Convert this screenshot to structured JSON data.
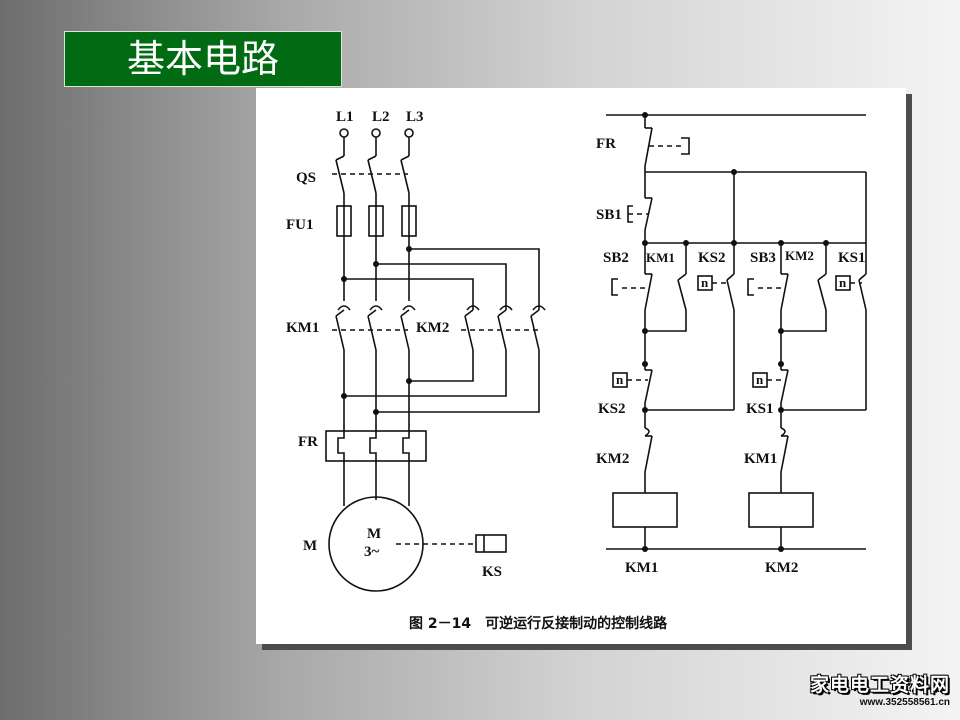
{
  "slide": {
    "title": "基本电路"
  },
  "figure": {
    "caption": "图 2－14　可逆运行反接制动的控制线路",
    "main_circuit": {
      "phases": [
        "L1",
        "L2",
        "L3"
      ],
      "switch": "QS",
      "fuse": "FU1",
      "contactor_fwd": "KM1",
      "contactor_rev": "KM2",
      "thermal_relay": "FR",
      "motor_side_label": "M",
      "motor_symbol_top": "M",
      "motor_symbol_bottom": "3~",
      "speed_relay": "KS"
    },
    "control_circuit": {
      "fr": "FR",
      "stop_button": "SB1",
      "start_fwd": "SB2",
      "km1_aux": "KM1",
      "ks2_top": "KS2",
      "start_rev": "SB3",
      "km2_aux": "KM2",
      "ks1_top": "KS1",
      "ks2_mid": "KS2",
      "ks1_mid": "KS1",
      "interlock_left": "KM2",
      "interlock_right": "KM1",
      "coil_left": "KM1",
      "coil_right": "KM2",
      "speed_symbol": "n"
    }
  },
  "watermark": {
    "site_name": "家电电工资料网",
    "url": "www.352558561.cn"
  }
}
